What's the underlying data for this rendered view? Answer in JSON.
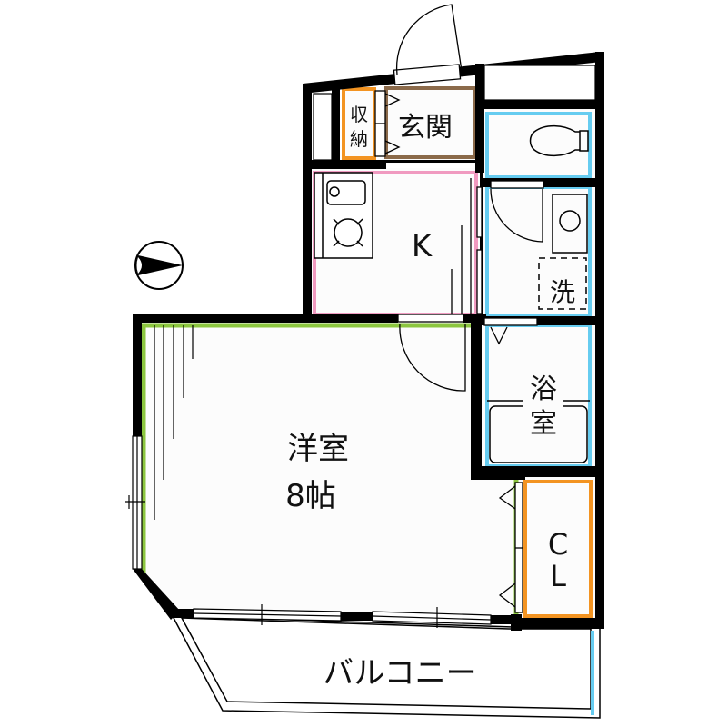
{
  "diagram": {
    "type": "apartment-floor-plan",
    "layout": "1K"
  },
  "colors": {
    "wall": "#000000",
    "western_room_outline": "#8cc63f",
    "kitchen_outline": "#f09ac0",
    "entrance_outline": "#8b6a4a",
    "storage_outline": "#f39422",
    "wet_area_outline": "#66ccf0",
    "closet_outline": "#f39422",
    "balcony_edge": "#66ccf0",
    "floor": "#fcfcfc"
  },
  "rooms": {
    "western_room": {
      "name": "洋室",
      "size": "8帖"
    },
    "kitchen": {
      "name": "K"
    },
    "entrance": {
      "name": "玄関"
    },
    "storage": {
      "name_line1": "収",
      "name_line2": "納"
    },
    "washer": {
      "name": "洗"
    },
    "bathroom": {
      "name_line1": "浴",
      "name_line2": "室"
    },
    "closet": {
      "name_line1": "C",
      "name_line2": "L"
    },
    "balcony": {
      "name": "バルコニー"
    },
    "toilet": {
      "name": ""
    }
  },
  "symbols": {
    "north_arrow": "compass-north-arrow-icon"
  }
}
